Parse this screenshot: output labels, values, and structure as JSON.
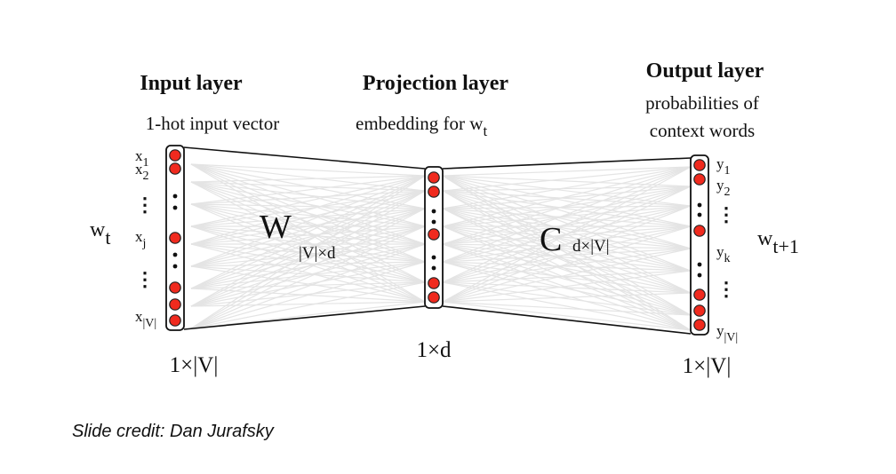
{
  "colors": {
    "node_fill": "#f02a1e",
    "edge": "#e4e4e4",
    "text": "#111111"
  },
  "headings": {
    "input": "Input layer",
    "projection": "Projection layer",
    "output": "Output layer"
  },
  "subtitles": {
    "input": "1-hot input vector",
    "projection": "embedding for w",
    "projection_sub": "t",
    "output_line1": "probabilities of",
    "output_line2": "context words"
  },
  "input_layer": {
    "side_label": "w",
    "side_label_sub": "t",
    "dims": "1×|V|",
    "units": [
      "node",
      "node",
      "dots",
      "node",
      "dots",
      "node",
      "node",
      "node"
    ],
    "labels": [
      {
        "base": "x",
        "sub": "1"
      },
      {
        "base": "x",
        "sub": "2"
      },
      {
        "base": "⋮",
        "sub": ""
      },
      {
        "base": "x",
        "sub": "j"
      },
      {
        "base": "⋮",
        "sub": ""
      },
      {
        "base": "x",
        "sub": "|V|"
      }
    ]
  },
  "projection_layer": {
    "dims": "1×d",
    "units": [
      "node",
      "node",
      "dots",
      "node",
      "dots",
      "node",
      "node"
    ]
  },
  "output_layer": {
    "side_label": "w",
    "side_label_sub": "t+1",
    "dims": "1×|V|",
    "units": [
      "node",
      "node",
      "dots",
      "node",
      "dots",
      "node",
      "node",
      "node"
    ],
    "labels": [
      {
        "base": "y",
        "sub": "1"
      },
      {
        "base": "y",
        "sub": "2"
      },
      {
        "base": "⋮",
        "sub": ""
      },
      {
        "base": "y",
        "sub": "k"
      },
      {
        "base": "⋮",
        "sub": ""
      },
      {
        "base": "y",
        "sub": "|V|"
      }
    ]
  },
  "weights": {
    "W": {
      "base": "W",
      "sub": "|V|×d"
    },
    "C": {
      "base": "C",
      "sub": "d×|V|"
    }
  },
  "credit": "Slide credit: Dan Jurafsky"
}
